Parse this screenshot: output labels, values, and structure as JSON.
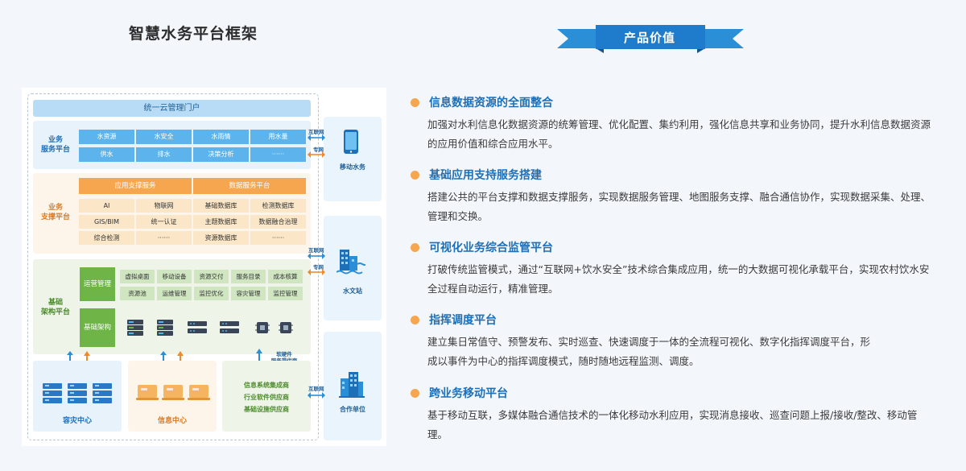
{
  "framework": {
    "title": "智慧水务平台框架",
    "portal": "统一云管理门户",
    "layers": {
      "business": "业务\n服务平台",
      "support": "业务\n支撑平台",
      "base": "基础\n架构平台"
    },
    "business_cells": [
      "水资源",
      "水安全",
      "水雨情",
      "用水量",
      "供水",
      "排水",
      "决策分析",
      "······"
    ],
    "support_headers": [
      "应用支撑服务",
      "数据服务平台"
    ],
    "support_cells": [
      "AI",
      "物联网",
      "基础数据库",
      "检测数据库",
      "GIS/BIM",
      "统一认证",
      "主题数据库",
      "数据融合治理",
      "综合检测",
      "······",
      "资源数据库",
      "······"
    ],
    "ops_label": "运营管理",
    "ops_cells": [
      "虚拟桌面",
      "移动设备",
      "资源交付",
      "服务目录",
      "成本核算",
      "资源池",
      "运维管理",
      "监控优化",
      "容灾管理",
      "监控管理"
    ],
    "base_arch_label": "基础架构",
    "hub_label": "软硬件\n服务提供商",
    "bottom": {
      "disaster": "容灾中心",
      "info": "信息中心",
      "vendors": [
        "信息系统集成商",
        "行业软件供应商",
        "基础设施供应商"
      ]
    },
    "links": {
      "internet": "互联网",
      "private": "专网"
    },
    "side": [
      "移动水务",
      "水文站",
      "合作单位"
    ]
  },
  "value": {
    "heading": "产品价值",
    "items": [
      {
        "title": "信息数据资源的全面整合",
        "desc": "加强对水利信息化数据资源的统筹管理、优化配置、集约利用，强化信息共享和业务协同，提升水利信息数据资源的应用价值和综合应用水平。"
      },
      {
        "title": "基础应用支持服务搭建",
        "desc": "搭建公共的平台支撑和数据支撑服务，实现数据服务管理、地图服务支撑、融合通信协作，实现数据采集、处理、管理和交换。"
      },
      {
        "title": "可视化业务综合监管平台",
        "desc": "打破传统监管模式，通过“互联网+饮水安全”技术综合集成应用，统一的大数据可视化承载平台，实现农村饮水安全过程自动运行，精准管理。"
      },
      {
        "title": "指挥调度平台",
        "desc": "建立集日常值守、预警发布、实时巡查、快速调度于一体的全流程可视化、数字化指挥调度平台，形成以事件为中心的指挥调度模式，随时随地远程监测、调度。"
      },
      {
        "title": "跨业务移动平台",
        "desc": "基于移动互联，多媒体融合通信技术的一体化移动水利应用，实现消息接收、巡查问题上报/接收/整改、移动管理。"
      }
    ]
  },
  "colors": {
    "accent_blue": "#1d6fb8",
    "accent_orange": "#f5a64f",
    "accent_green": "#6eb446"
  }
}
